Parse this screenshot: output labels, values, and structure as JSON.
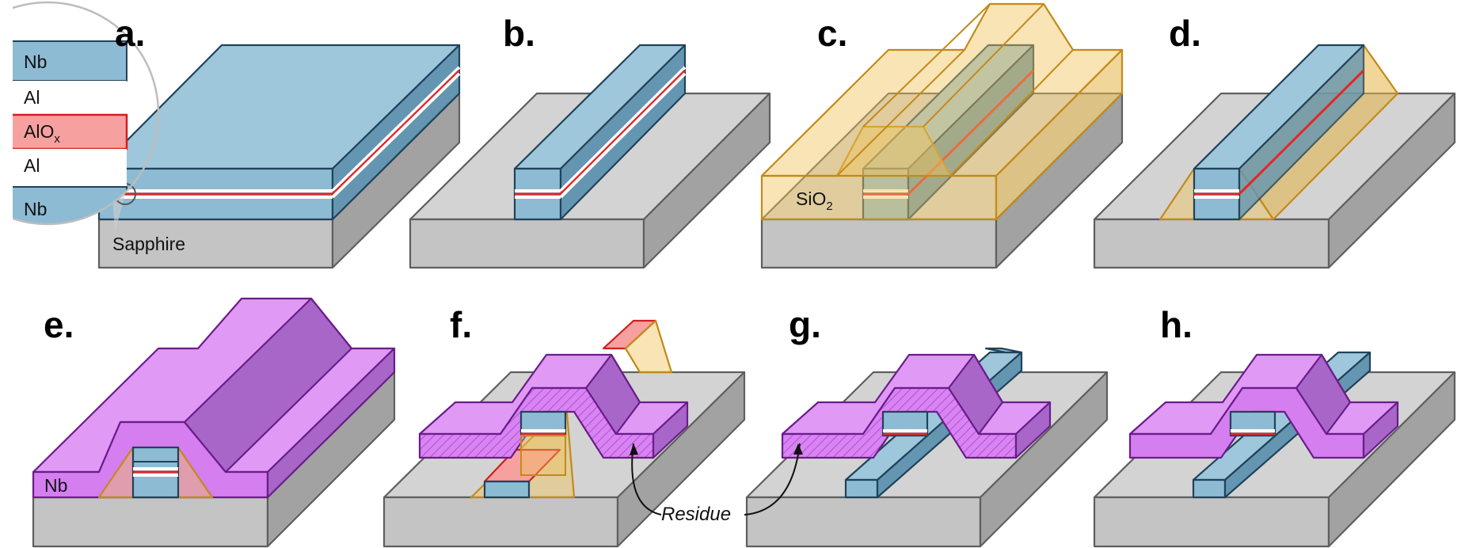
{
  "panels": {
    "a": "a.",
    "b": "b.",
    "c": "c.",
    "d": "d.",
    "e": "e.",
    "f": "f.",
    "g": "g.",
    "h": "h."
  },
  "inset_layers": {
    "nb_top": "Nb",
    "al_top": "Al",
    "alox_base": "AlO",
    "alox_sub": "x",
    "al_bottom": "Al",
    "nb_bottom": "Nb"
  },
  "labels": {
    "substrate": "Sapphire",
    "oxide_base": "SiO",
    "oxide_sub": "2",
    "wiring": "Nb",
    "residue": "Residue"
  },
  "colors": {
    "niobium": "#9ec7dc",
    "barrier": "#e02828",
    "oxide": "#f0c45a",
    "wiring_nb": "#d47ef0",
    "substrate": "#c4c4c4"
  }
}
